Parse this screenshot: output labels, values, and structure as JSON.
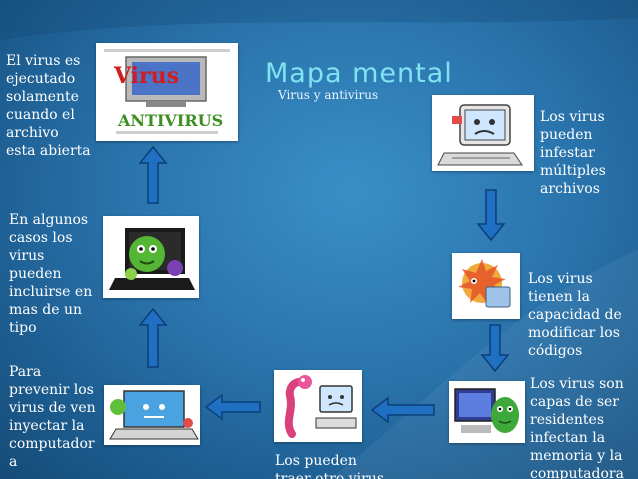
{
  "slide": {
    "title": "Mapa mental",
    "subtitle": "Virus y antivirus",
    "notes": {
      "note_1": "El virus es\nejecutado\nsolamente\ncuando el\narchivo\nesta abierta",
      "note_2": "Los virus\npueden\ninfestar\nmúltiples\narchivos",
      "note_3": "En algunos\ncasos los\nvirus\npueden\nincluirse  en\nmas de un\ntipo",
      "note_4": "Los virus\ntienen la\ncapacidad de\nmodificar los\ncódigos",
      "note_5": "Para\nprevenir los\nvirus de ven\ninyectar la\ncomputador\na",
      "note_6": "Los virus son\ncapas de ser\nresidentes\ninfectan la\nmemoria y la\ncomputadora",
      "note_7": "Los pueden\ntraer otro virus"
    },
    "images": {
      "image_1": {
        "icon": "virus-antivirus-logo",
        "logo_text_top": "Virus",
        "logo_text_bottom": "ANTIVIRUS"
      },
      "image_2": {
        "icon": "sick-computer-icon"
      },
      "image_3": {
        "icon": "green-virus-monster-icon"
      },
      "image_4": {
        "icon": "virus-attacking-icon"
      },
      "image_5": {
        "icon": "laptop-virus-icon"
      },
      "image_6": {
        "icon": "worm-computer-icon"
      },
      "image_7": {
        "icon": "computer-bug-icon"
      }
    },
    "colors": {
      "background": "#2a74ad",
      "title": "#7fe3f2",
      "arrow_fill": "#1f6fc2",
      "arrow_stroke": "#0d3f78",
      "text": "#ffffff"
    }
  }
}
